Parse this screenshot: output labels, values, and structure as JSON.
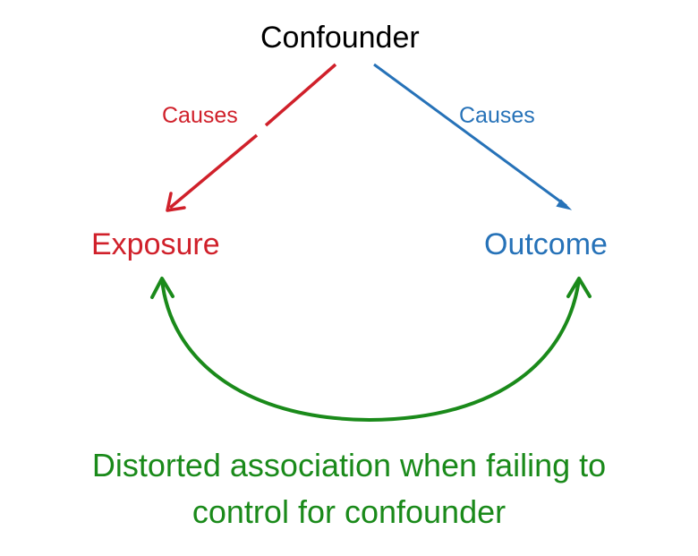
{
  "nodes": {
    "confounder": "Confounder",
    "exposure": "Exposure",
    "outcome": "Outcome"
  },
  "edges": {
    "confounder_to_exposure": "Causes",
    "confounder_to_outcome": "Causes"
  },
  "caption": {
    "line1": "Distorted association when failing to",
    "line2": "control for confounder"
  },
  "colors": {
    "confounder": "#000000",
    "exposure": "#d0202a",
    "outcome": "#2672b8",
    "association": "#1a8a1a"
  }
}
